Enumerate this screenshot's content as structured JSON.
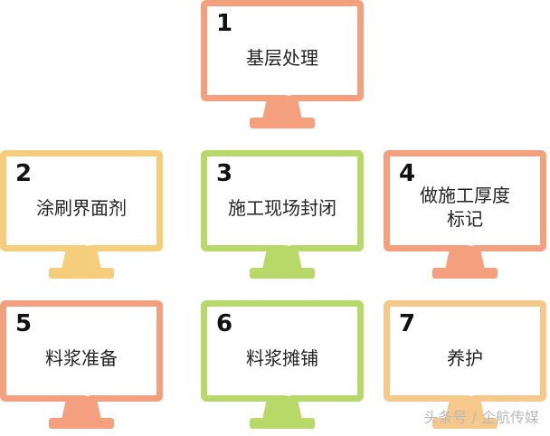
{
  "steps": [
    {
      "num": "1",
      "label": "基层处理",
      "color": "#f4a07f"
    },
    {
      "num": "2",
      "label": "涂刷界面剂",
      "color": "#f6cd7a"
    },
    {
      "num": "3",
      "label": "施工现场封闭",
      "color": "#b9d86a"
    },
    {
      "num": "4",
      "label": "做施工厚度\n标记",
      "color": "#f4a07f"
    },
    {
      "num": "5",
      "label": "料浆准备",
      "color": "#f4a07f"
    },
    {
      "num": "6",
      "label": "料浆摊铺",
      "color": "#b9d86a"
    },
    {
      "num": "7",
      "label": "养护",
      "color": "#f6c98a"
    }
  ],
  "watermark": "头条号 / 企航传媒"
}
